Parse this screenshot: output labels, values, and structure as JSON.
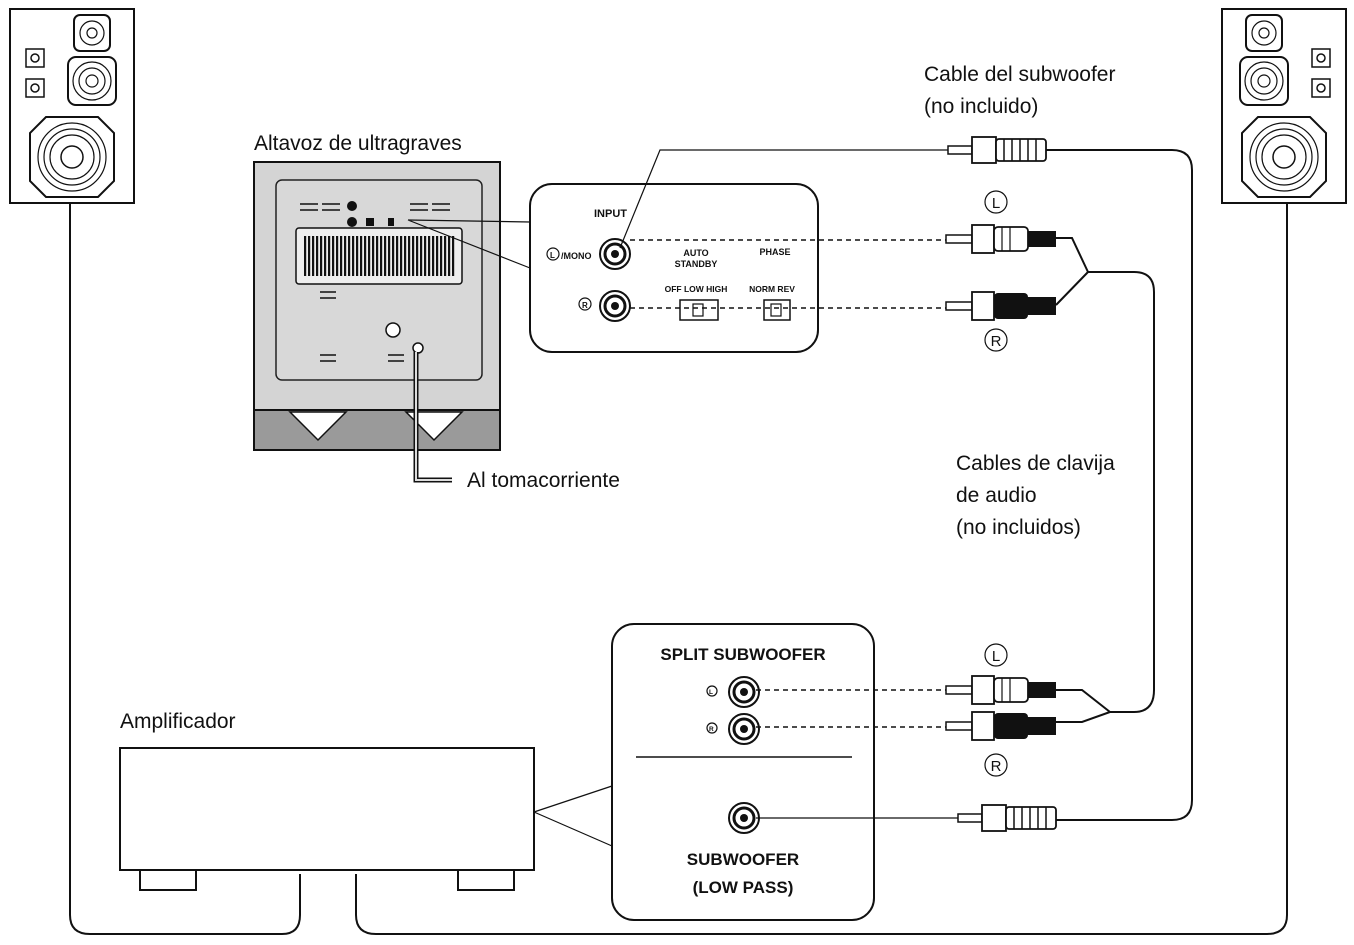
{
  "labels": {
    "subwoofer_title": "Altavoz de ultragraves",
    "outlet": "Al tomacorriente",
    "sub_cable_1": "Cable del subwoofer",
    "sub_cable_2": "(no incluido)",
    "audio_cables_1": "Cables de clavija",
    "audio_cables_2": "de audio",
    "audio_cables_3": "(no incluidos)",
    "amplifier": "Amplificador"
  },
  "sub_panel": {
    "input": "INPUT",
    "l_mono": "/MONO",
    "l_glyph": "L",
    "r_glyph": "R",
    "auto_standby_1": "AUTO",
    "auto_standby_2": "STANDBY",
    "standby_options": "OFF LOW HIGH",
    "phase": "PHASE",
    "phase_options": "NORM REV"
  },
  "amp_panel": {
    "split": "SPLIT SUBWOOFER",
    "l_glyph": "L",
    "r_glyph": "R",
    "sub_out_1": "SUBWOOFER",
    "sub_out_2": "(LOW PASS)"
  },
  "plug_badges": {
    "left": "L",
    "right": "R"
  }
}
